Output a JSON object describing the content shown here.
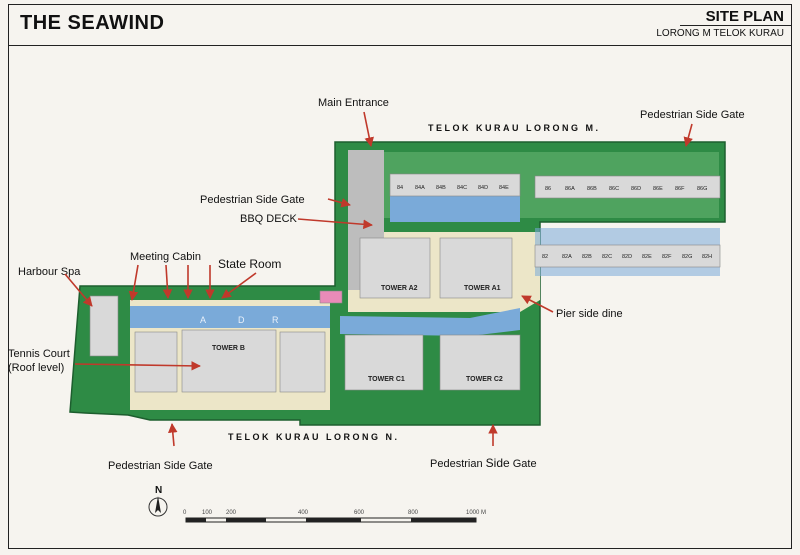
{
  "header": {
    "title": "THE SEAWIND",
    "plan_title": "SITE PLAN",
    "plan_subtitle": "LORONG M TELOK KURAU"
  },
  "roads": {
    "north": "TELOK KURAU LORONG M.",
    "south": "TELOK KURAU LORONG N."
  },
  "callouts": {
    "main_entrance": "Main Entrance",
    "ped_gate_ne": "Pedestrian Side Gate",
    "ped_gate_mid": "Pedestrian Side Gate",
    "bbq_deck": "BBQ DECK",
    "harbour_spa": "Harbour Spa",
    "meeting_cabin": "Meeting Cabin",
    "state_room": "State Room",
    "tennis_court_1": "Tennis Court",
    "tennis_court_2": "(Roof level)",
    "pier_side_dine": "Pier side dine",
    "ped_gate_sw": "Pedestrian Side Gate",
    "ped_gate_se_1": "Pedestrian ",
    "ped_gate_se_2": "Side",
    "ped_gate_se_3": " Gate"
  },
  "towers": {
    "a1": "TOWER A1",
    "a2": "TOWER A2",
    "b": "TOWER B",
    "c1": "TOWER C1",
    "c2": "TOWER C2"
  },
  "units_row1": [
    "84",
    "84A",
    "84B",
    "84C",
    "84D",
    "84E",
    "86",
    "86A",
    "86B",
    "86C",
    "86D",
    "86E",
    "86F",
    "86G"
  ],
  "units_row2": [
    "82",
    "82A",
    "82B",
    "82C",
    "82D",
    "82E",
    "82F",
    "82G",
    "82H"
  ],
  "pool_letters": [
    "A",
    "D",
    "R"
  ],
  "compass": "N",
  "scale": {
    "ticks": [
      "0",
      "100",
      "200",
      "400",
      "600",
      "800",
      "1000 M"
    ]
  },
  "colors": {
    "landscape": "#2e8b45",
    "water": "#7aaad9",
    "deck": "#ece6c8",
    "building": "#d9d9d9",
    "arrow": "#c0392b"
  },
  "icons": [
    "compass-icon",
    "north-arrow-icon",
    "scale-bar-icon",
    "arrow-icon"
  ]
}
